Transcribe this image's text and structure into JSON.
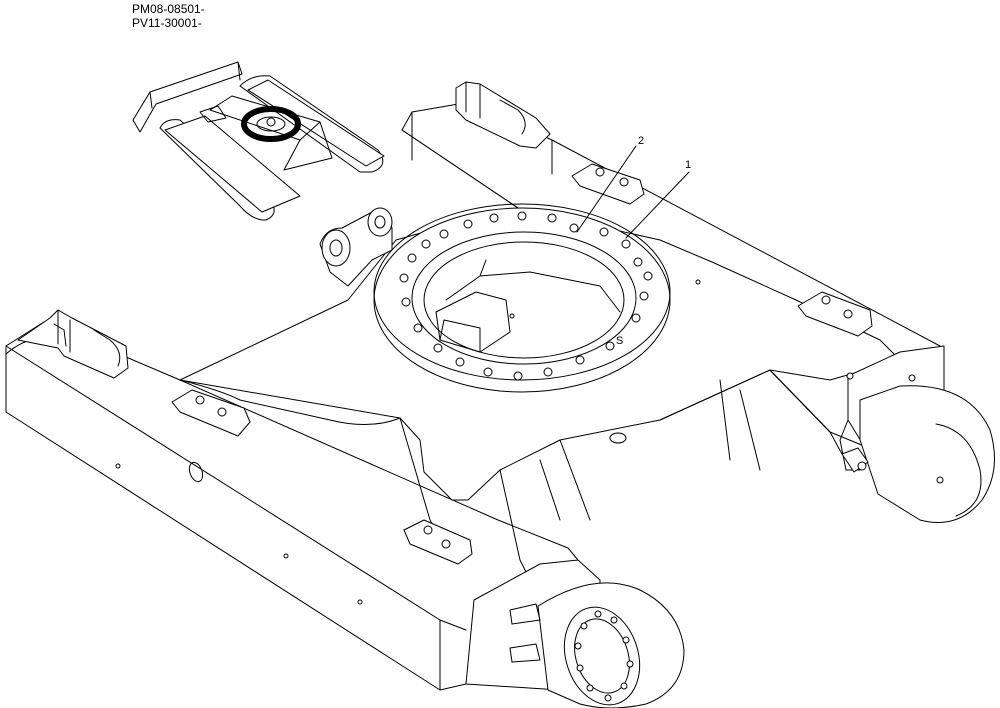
{
  "header": {
    "serial_codes": [
      "PM08-08501-",
      "PV11-30001-"
    ]
  },
  "diagram": {
    "callouts": [
      {
        "id": "callout-1",
        "label": "1"
      },
      {
        "id": "callout-2",
        "label": "2"
      }
    ],
    "marker_letter": "S"
  }
}
